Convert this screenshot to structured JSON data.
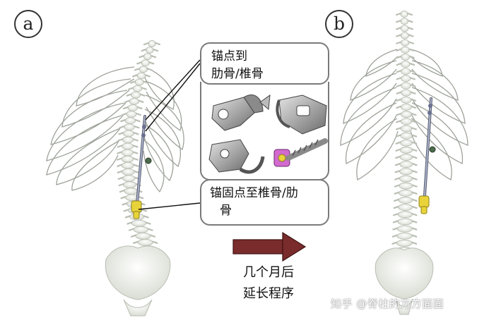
{
  "panels": {
    "a_label": "a",
    "b_label": "b"
  },
  "callouts": {
    "top": {
      "line1": "锚点到",
      "line2": "肋骨/椎骨"
    },
    "bottom": {
      "line1": "锚固点至椎骨/肋",
      "line2": "骨"
    }
  },
  "arrow": {
    "caption_line1": "几个月后",
    "caption_line2": "延长程序",
    "color": "#7a2b2b"
  },
  "watermark": "知乎 @脊柱的方方面面",
  "colors": {
    "bone": "#e9ece5",
    "bone_stroke": "#b9beb3",
    "rib_stroke": "#9ea39a",
    "rod": "#8b8fa3",
    "anchor_yellow": "#e8d43a",
    "screw_magenta": "#d26ad0"
  }
}
